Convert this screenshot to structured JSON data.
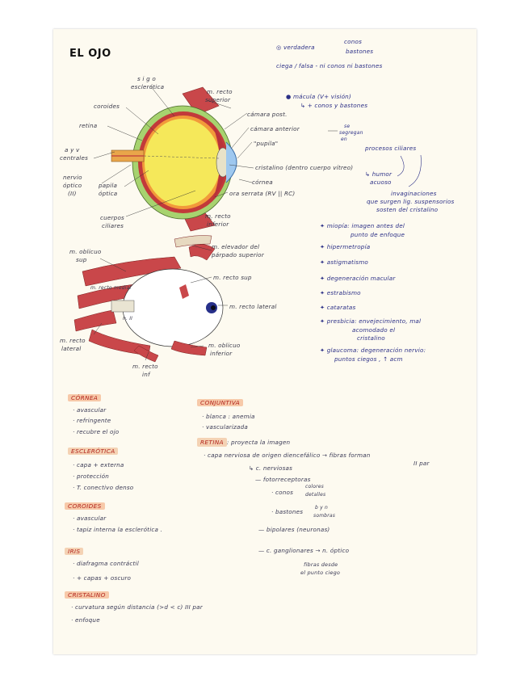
{
  "title": "EL OJO",
  "top_right": {
    "line1_prefix": "verdadera",
    "line1_opt_a": "conos",
    "line1_opt_b": "bastones",
    "line2": "ciega / falsa - ni conos ni bastones",
    "macula": "mácula (V+ visión)",
    "macula_sub": "↳ + conos y bastones"
  },
  "eye_labels": {
    "sig_esclerotica": "s i g o",
    "esclerotica": "esclerótica",
    "coroides": "coroides",
    "retina": "retina",
    "ayv": "a y v",
    "centrales": "centrales",
    "nervio": "nervio",
    "optico": "óptico",
    "par2": "(II)",
    "papila": "papila",
    "optica": "óptica",
    "cuerpos": "cuerpos",
    "ciliares": "ciliares",
    "m_recto_sup_1": "m. recto",
    "m_recto_sup_2": "superior",
    "camara_post": "cámara post.",
    "camara_ant": "cámara anterior",
    "pupila": "\"pupila\"",
    "cristalino": "cristalino (dentro cuerpo vítreo)",
    "cornea": "córnea",
    "ora_serrata": "ora serrata (RV || RC)",
    "m_recto_inf_1": "m. recto",
    "m_recto_inf_2": "inferior",
    "se_segregan_1": "se",
    "se_segregan_2": "segregan",
    "se_segregan_3": "en",
    "procesos": "procesos ciliares",
    "humor": "↳ humor",
    "acuoso": "acuoso",
    "invag_1": "invaginaciones",
    "invag_2": "que surgen lig. suspensorios",
    "invag_3": "sosten del cristalino"
  },
  "muscle_labels": {
    "oblicuo_sup_1": "m. oblicuo",
    "oblicuo_sup_2": "sup",
    "elevador_1": "m. elevador del",
    "elevador_2": "párpado superior",
    "recto_medial": "m. recto medial",
    "recto_sup": "m. recto sup",
    "n2": "n. II",
    "recto_lateral": "m. recto lateral",
    "recto_lat_left_1": "m. recto",
    "recto_lat_left_2": "lateral",
    "oblicuo_inf_1": "m. oblicuo",
    "oblicuo_inf_2": "inferior",
    "recto_inf_1": "m. recto",
    "recto_inf_2": "inf"
  },
  "pathologies": [
    {
      "text": "miopía: imagen antes del",
      "cont": "punto de enfoque"
    },
    {
      "text": "hipermetropía",
      "cont": ""
    },
    {
      "text": "astigmatismo",
      "cont": ""
    },
    {
      "text": "degeneración macular",
      "cont": ""
    },
    {
      "text": "estrabismo",
      "cont": ""
    },
    {
      "text": "cataratas",
      "cont": ""
    },
    {
      "text": "presbicia: envejecimiento, mal",
      "cont": "acomodado el",
      "cont2": "cristalino"
    },
    {
      "text": "glaucoma: degeneración nervio:",
      "cont": "puntos ciegos , ↑ acm"
    }
  ],
  "left_notes": {
    "cornea_h": "CÓRNEA",
    "cornea_1": "· avascular",
    "cornea_2": "· refringente",
    "cornea_3": "· recubre el ojo",
    "escl_h": "ESCLERÓTICA",
    "escl_1": "· capa + externa",
    "escl_2": "· protección",
    "escl_3": "· T. conectivo denso",
    "coroides_h": "COROIDES",
    "coroides_1": "· avascular",
    "coroides_2": "· tapiz interna la esclerótica .",
    "iris_h": "IRIS",
    "iris_1": "· diafragma contráctil",
    "iris_2": "· + capas + oscuro",
    "crist_h": "CRISTALINO",
    "crist_1": "· curvatura según distancia (>d < c) III par",
    "crist_2": "· enfoque"
  },
  "right_notes": {
    "conj_h": "CONJUNTIVA",
    "conj_1": "· blanca : anemia",
    "conj_2": "· vascularizada",
    "retina_h": "RETINA",
    "retina_h_tail": ": proyecta la imagen",
    "retina_1": "· capa nerviosa de origen diencefálico → fibras forman",
    "retina_1b": "II par",
    "retina_2": "↳ c. nerviosas",
    "fotorr": "— fotorreceptoras",
    "conos": "· conos",
    "conos_a": "colores",
    "conos_b": "detalles",
    "bastones": "· bastones",
    "bast_a": "b y n",
    "bast_b": "sombras",
    "bipolares": "— bipolares (neuronas)",
    "ganglion": "— c. ganglionares → n. óptico",
    "fibras_1": "fibras desde",
    "fibras_2": "el punto ciego"
  },
  "colors": {
    "ink": "#2b2f86",
    "heading": "#b3261e",
    "highlight": "#f7c9a9",
    "sclera_green": "#a7d36f",
    "vitreous_yellow": "#f5e85a",
    "muscle_red": "#c9474a",
    "cornea_blue": "#5b9bd6"
  }
}
